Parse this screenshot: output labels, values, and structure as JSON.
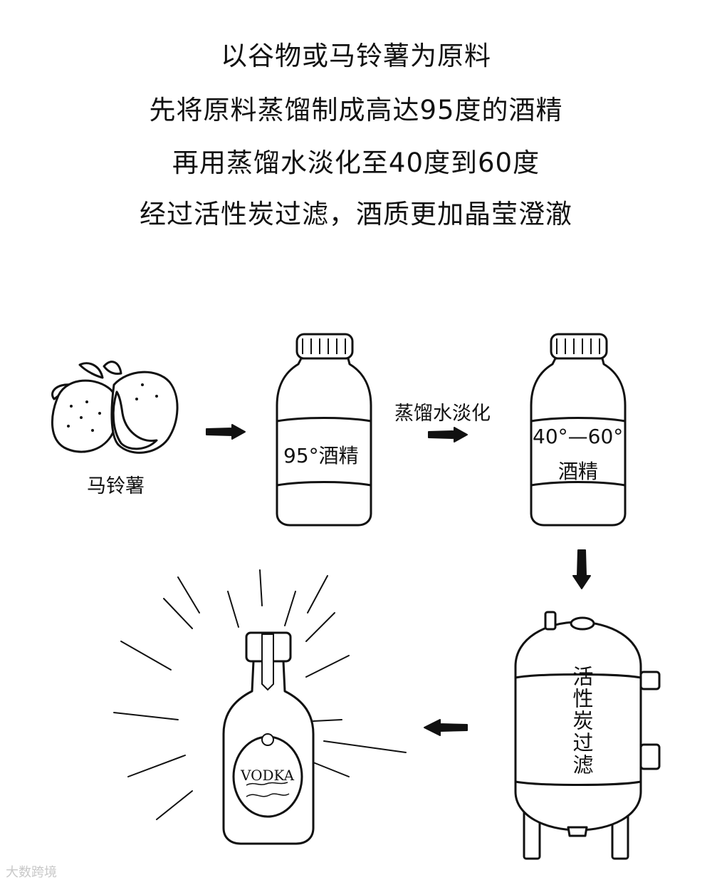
{
  "headlines": [
    "以谷物或马铃薯为原料",
    "先将原料蒸馏制成高达95度的酒精",
    "再用蒸馏水淡化至40度到60度",
    "经过活性炭过滤，酒质更加晶莹澄澈"
  ],
  "steps": {
    "potato_label": "马铃薯",
    "bottle1_label": "95°酒精",
    "dilute_label": "蒸馏水淡化",
    "bottle2_label_line1": "40°—60°",
    "bottle2_label_line2": "酒精",
    "filter_label": "活性炭过滤",
    "vodka_label": "VODKA"
  },
  "watermark": "大数跨境",
  "icons": [
    "potato-icon",
    "bottle-icon",
    "arrow-right-icon",
    "arrow-down-icon",
    "arrow-left-icon",
    "filter-tank-icon",
    "vodka-bottle-icon"
  ]
}
